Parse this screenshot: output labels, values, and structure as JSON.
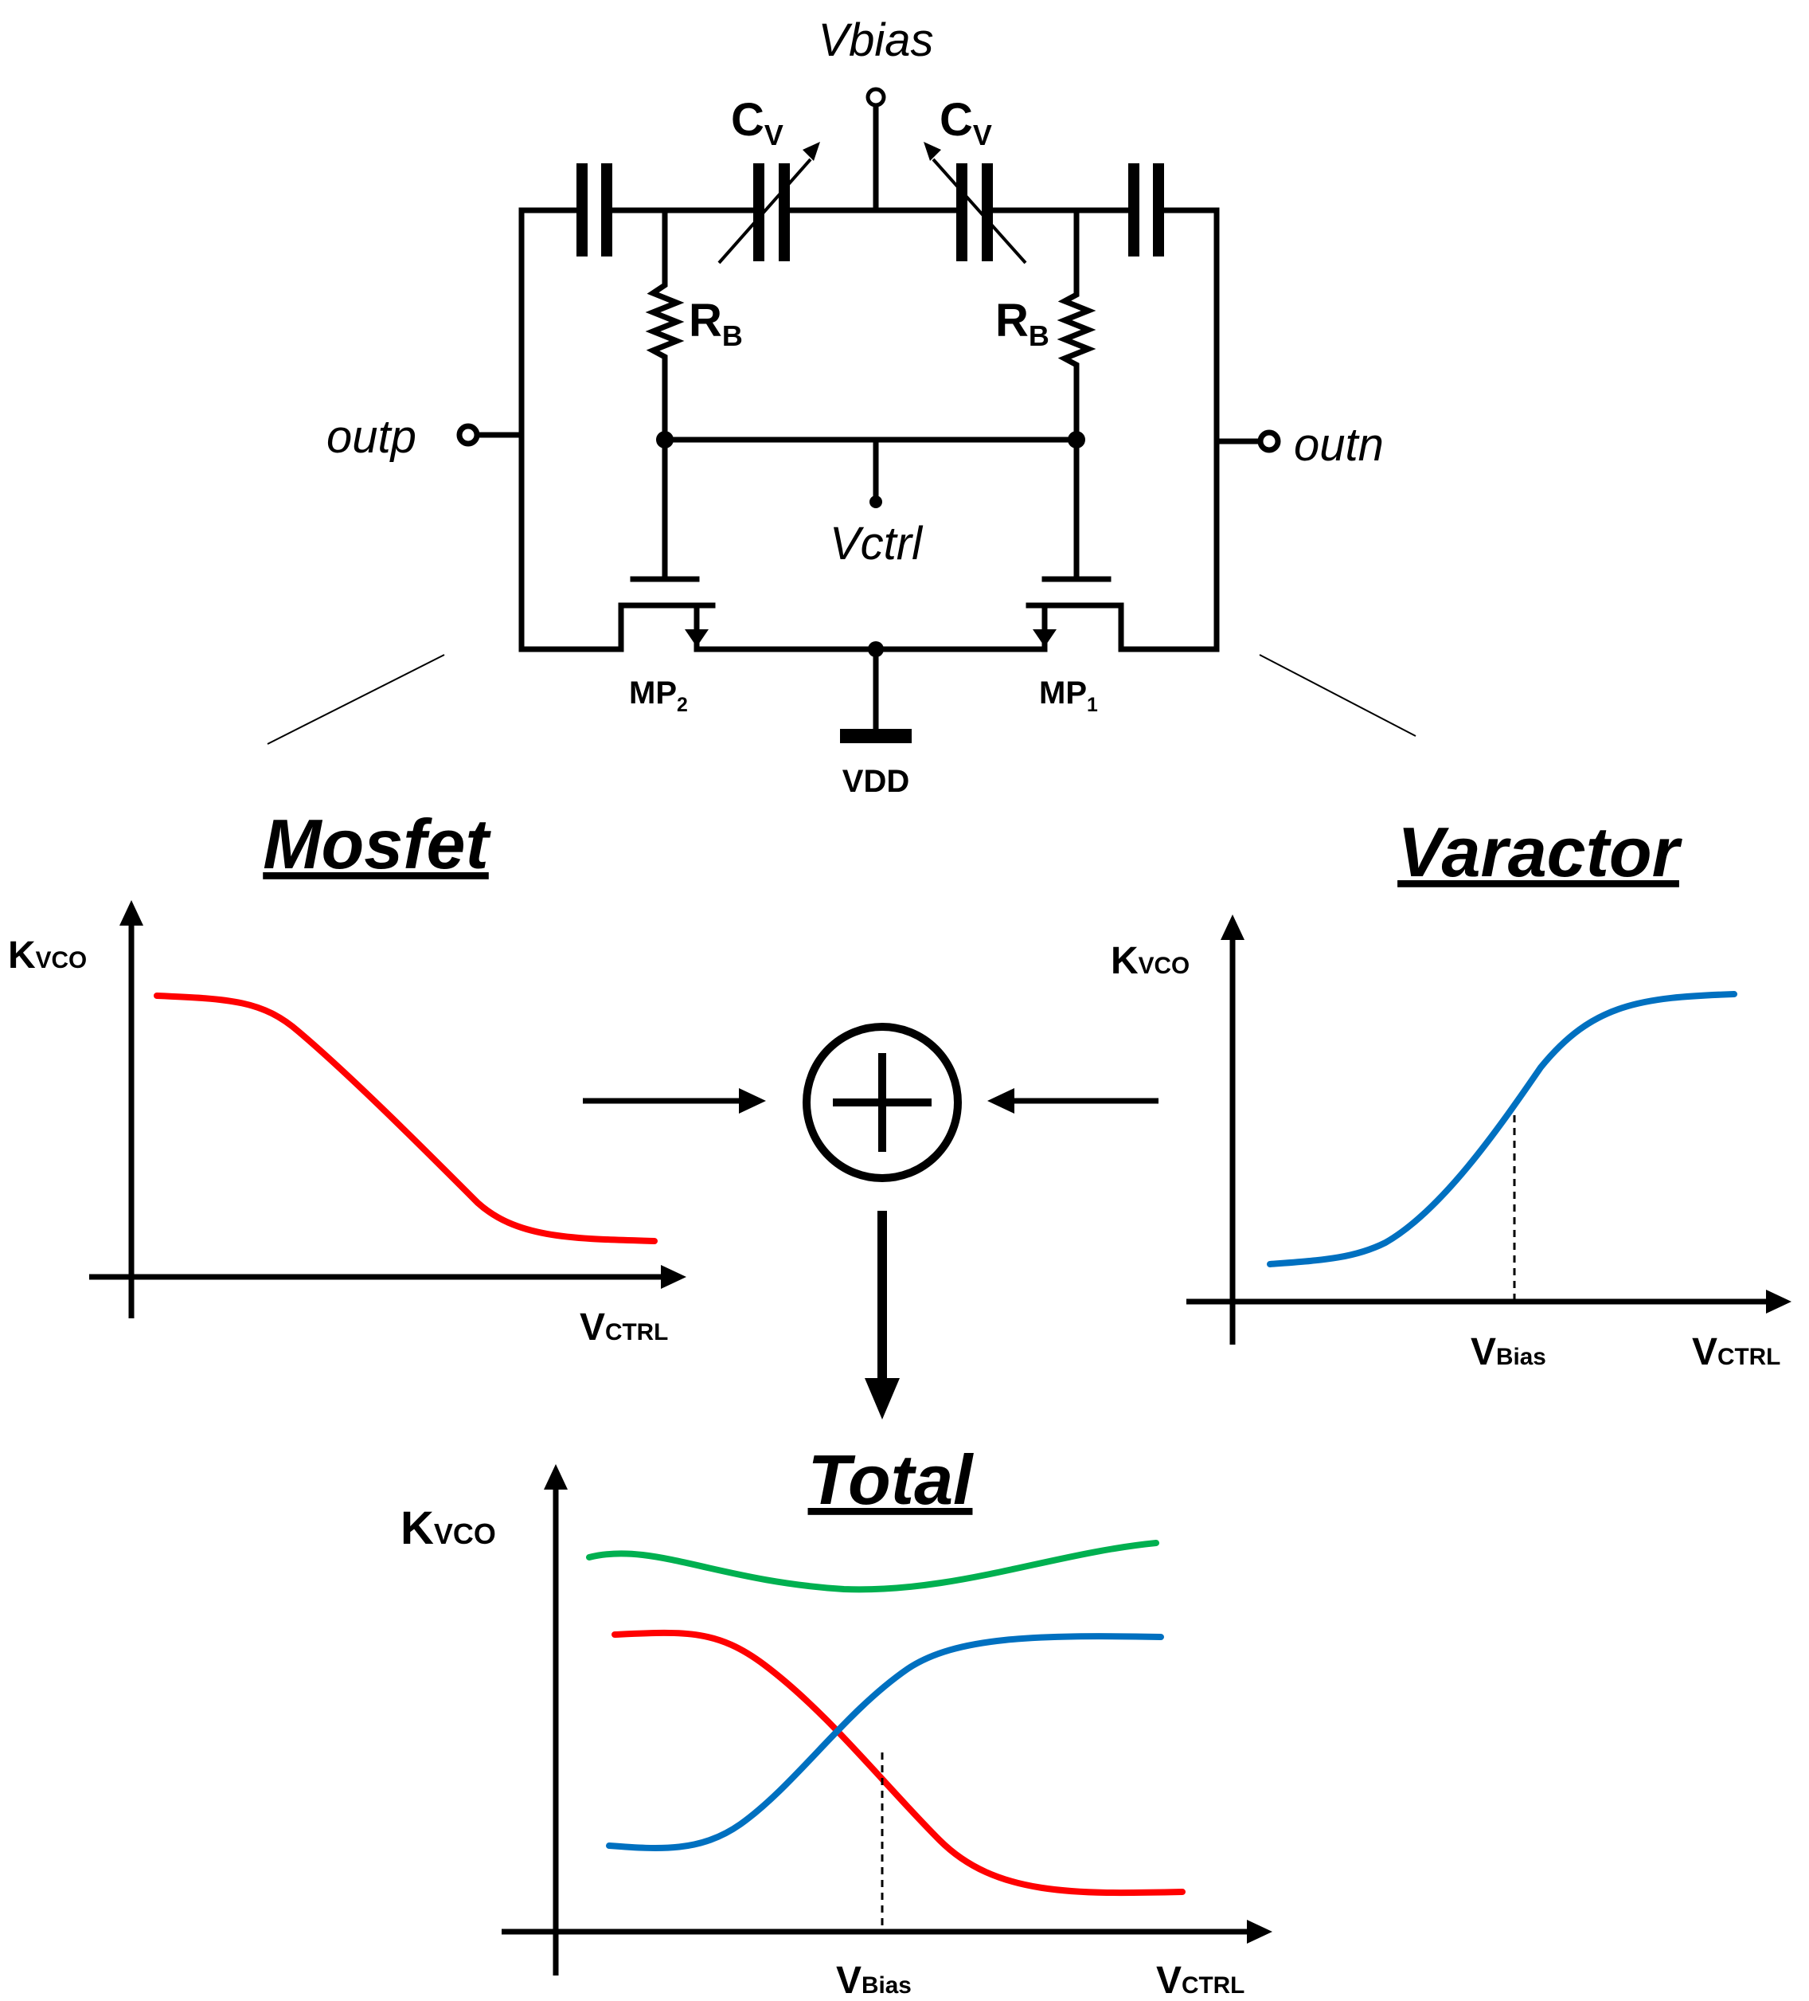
{
  "circuit": {
    "vbias": "Vbias",
    "cv": "C",
    "cv_sub": "V",
    "rb": "R",
    "rb_sub": "B",
    "outp": "outp",
    "outn": "outn",
    "vctrl": "Vctrl",
    "mp2": "MP",
    "mp2_sub": "2",
    "mp1": "MP",
    "mp1_sub": "1",
    "vdd": "VDD"
  },
  "plots": {
    "mosfet": {
      "title": "Mosfet",
      "ylabel": "K",
      "ylabel_sub": "VCO",
      "xlabel": "V",
      "xlabel_sub": "CTRL"
    },
    "varactor": {
      "title": "Varactor",
      "ylabel": "K",
      "ylabel_sub": "VCO",
      "xlabel": "V",
      "xlabel_sub": "CTRL",
      "marker": "V",
      "marker_sub": "Bias"
    },
    "total": {
      "title": "Total",
      "ylabel": "K",
      "ylabel_sub": "VCO",
      "xlabel": "V",
      "xlabel_sub": "CTRL",
      "marker": "V",
      "marker_sub": "Bias"
    }
  },
  "operator": {
    "symbol": "+",
    "icon": "circled-plus-icon"
  },
  "colors": {
    "mosfet_curve": "#ff0000",
    "varactor_curve": "#0070c0",
    "total_curve": "#00b050"
  }
}
